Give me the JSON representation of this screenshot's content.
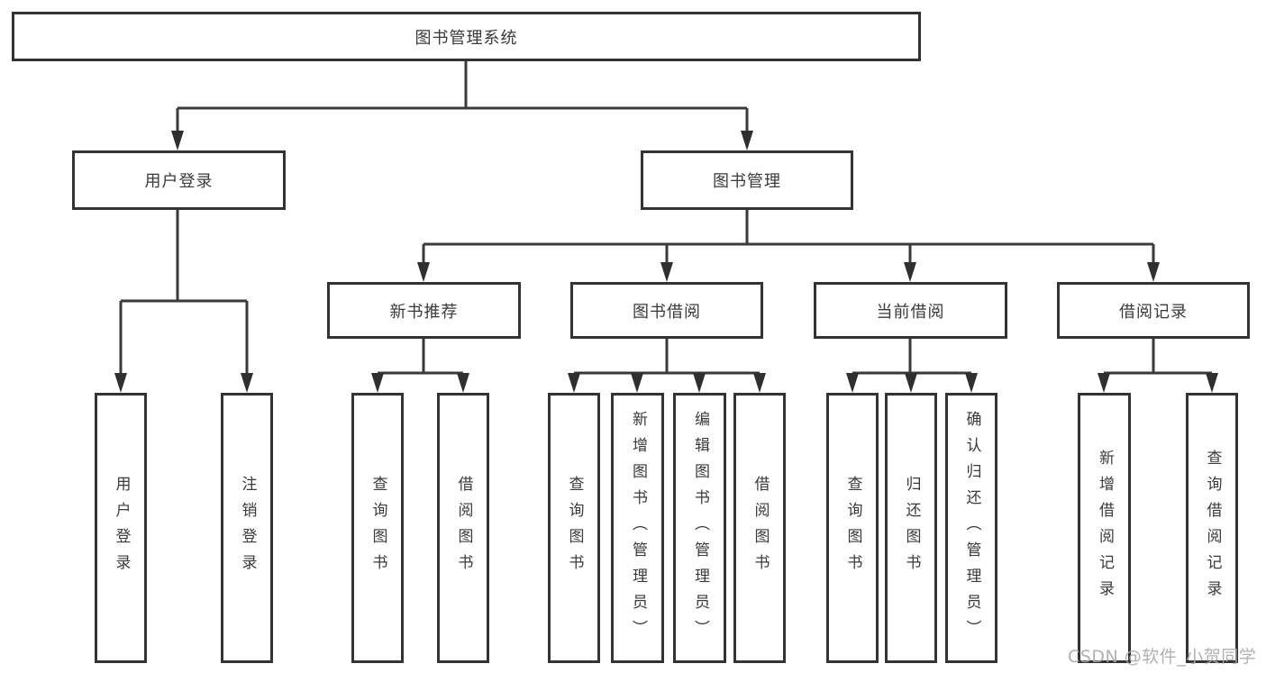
{
  "diagram": {
    "watermark": "CSDN @软件_小贺同学",
    "nodes": {
      "root": {
        "label": "图书管理系统"
      },
      "user_login_branch": {
        "label": "用户登录"
      },
      "book_management": {
        "label": "图书管理"
      },
      "login": {
        "label": "用户登录"
      },
      "logout": {
        "label": "注销登录"
      },
      "new_book_recommend": {
        "label": "新书推荐"
      },
      "book_borrow": {
        "label": "图书借阅"
      },
      "current_borrow": {
        "label": "当前借阅"
      },
      "borrow_record": {
        "label": "借阅记录"
      },
      "nr_query_book": {
        "label": "查询图书"
      },
      "nr_borrow_book": {
        "label": "借阅图书"
      },
      "bb_query_book": {
        "label": "查询图书"
      },
      "bb_add_book_admin": {
        "label": "新增图书（管理员）"
      },
      "bb_edit_book_admin": {
        "label": "编辑图书（管理员）"
      },
      "bb_borrow_book": {
        "label": "借阅图书"
      },
      "cb_query_book": {
        "label": "查询图书"
      },
      "cb_return_book": {
        "label": "归还图书"
      },
      "cb_confirm_return_admin": {
        "label": "确认归还（管理员）"
      },
      "br_add_record": {
        "label": "新增借阅记录"
      },
      "br_query_record": {
        "label": "查询借阅记录"
      }
    }
  }
}
